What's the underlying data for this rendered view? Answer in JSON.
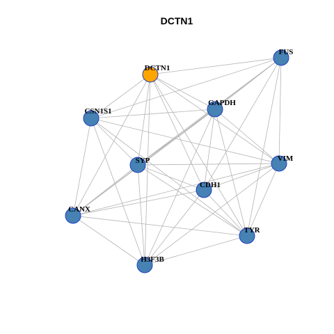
{
  "title": "DCTN1",
  "colors": {
    "focus_node": "#FFA500",
    "node": "#4682B4",
    "node_border": "#1F3FBF",
    "edge": "#B3B3B3"
  },
  "nodes": [
    {
      "id": "DCTN1",
      "label": "DCTN1",
      "focus": true
    },
    {
      "id": "FUS",
      "label": "FUS",
      "focus": false
    },
    {
      "id": "GAPDH",
      "label": "GAPDH",
      "focus": false
    },
    {
      "id": "CSN1S1",
      "label": "CSN1S1",
      "focus": false
    },
    {
      "id": "SYP",
      "label": "SYP",
      "focus": false
    },
    {
      "id": "VIM",
      "label": "VIM",
      "focus": false
    },
    {
      "id": "CDH1",
      "label": "CDH1",
      "focus": false
    },
    {
      "id": "CANX",
      "label": "CANX",
      "focus": false
    },
    {
      "id": "TYR",
      "label": "TYR",
      "focus": false
    },
    {
      "id": "H3F3B",
      "label": "H3F3B",
      "focus": false
    }
  ],
  "edges": [
    [
      "DCTN1",
      "FUS"
    ],
    [
      "DCTN1",
      "GAPDH"
    ],
    [
      "DCTN1",
      "CSN1S1"
    ],
    [
      "DCTN1",
      "SYP"
    ],
    [
      "DCTN1",
      "VIM"
    ],
    [
      "DCTN1",
      "CDH1"
    ],
    [
      "DCTN1",
      "CANX"
    ],
    [
      "DCTN1",
      "TYR"
    ],
    [
      "DCTN1",
      "H3F3B"
    ],
    [
      "FUS",
      "CSN1S1"
    ],
    [
      "FUS",
      "GAPDH"
    ],
    [
      "FUS",
      "SYP"
    ],
    [
      "FUS",
      "VIM"
    ],
    [
      "FUS",
      "CDH1"
    ],
    [
      "FUS",
      "CANX"
    ],
    [
      "FUS",
      "TYR"
    ],
    [
      "GAPDH",
      "CSN1S1"
    ],
    [
      "GAPDH",
      "SYP"
    ],
    [
      "GAPDH",
      "VIM"
    ],
    [
      "GAPDH",
      "CDH1"
    ],
    [
      "GAPDH",
      "CANX"
    ],
    [
      "GAPDH",
      "TYR"
    ],
    [
      "GAPDH",
      "H3F3B"
    ],
    [
      "CSN1S1",
      "SYP"
    ],
    [
      "CSN1S1",
      "VIM"
    ],
    [
      "CSN1S1",
      "CANX"
    ],
    [
      "CSN1S1",
      "TYR"
    ],
    [
      "CSN1S1",
      "H3F3B"
    ],
    [
      "SYP",
      "VIM"
    ],
    [
      "SYP",
      "CDH1"
    ],
    [
      "SYP",
      "CANX"
    ],
    [
      "SYP",
      "TYR"
    ],
    [
      "SYP",
      "H3F3B"
    ],
    [
      "VIM",
      "CDH1"
    ],
    [
      "VIM",
      "CANX"
    ],
    [
      "VIM",
      "TYR"
    ],
    [
      "VIM",
      "H3F3B"
    ],
    [
      "CDH1",
      "CANX"
    ],
    [
      "CDH1",
      "TYR"
    ],
    [
      "CDH1",
      "H3F3B"
    ],
    [
      "CANX",
      "TYR"
    ],
    [
      "CANX",
      "H3F3B"
    ],
    [
      "TYR",
      "H3F3B"
    ]
  ]
}
